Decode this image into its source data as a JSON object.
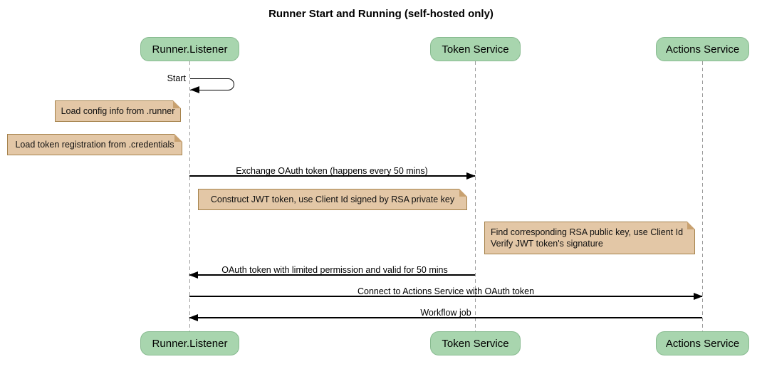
{
  "diagram": {
    "title": "Runner Start and Running (self-hosted only)",
    "participants": [
      {
        "name": "Runner.Listener"
      },
      {
        "name": "Token Service"
      },
      {
        "name": "Actions Service"
      }
    ],
    "messages": [
      {
        "label": "Start",
        "from": "Runner.Listener",
        "to": "Runner.Listener",
        "type": "self"
      },
      {
        "label": "Exchange OAuth token (happens every 50 mins)",
        "from": "Runner.Listener",
        "to": "Token Service",
        "type": "solid-arrow"
      },
      {
        "label": "OAuth token with limited permission and valid for 50 mins",
        "from": "Token Service",
        "to": "Runner.Listener",
        "type": "solid-arrow"
      },
      {
        "label": "Connect to Actions Service with OAuth token",
        "from": "Runner.Listener",
        "to": "Actions Service",
        "type": "solid-arrow"
      },
      {
        "label": "Workflow job",
        "from": "Actions Service",
        "to": "Runner.Listener",
        "type": "solid-arrow"
      }
    ],
    "notes": [
      {
        "text": "Load config info from .runner",
        "position": "left of Runner.Listener"
      },
      {
        "text": "Load token registration from .credentials",
        "position": "left of Runner.Listener"
      },
      {
        "text": "Construct JWT token, use Client Id signed by RSA private key",
        "position": "between Runner.Listener and Token Service"
      },
      {
        "lines": [
          "Find corresponding RSA public key, use Client Id",
          "Verify JWT token's signature"
        ],
        "position": "left of Actions Service"
      }
    ],
    "colors": {
      "participant_fill": "#A8D5AE",
      "participant_border": "#88BB90",
      "note_fill": "#E3C7A6",
      "note_border": "#A5824B",
      "lifeline": "#9A9A9A",
      "arrow": "#000000",
      "background": "#FFFFFF"
    }
  }
}
